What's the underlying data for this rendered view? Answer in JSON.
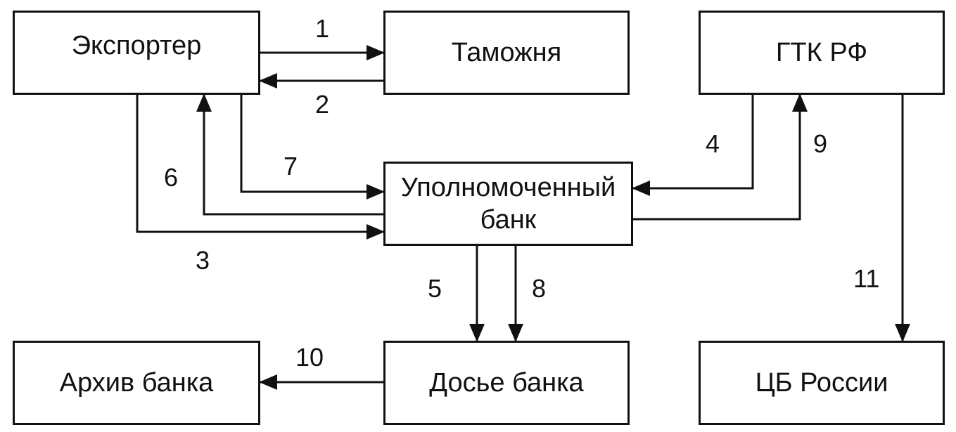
{
  "nodes": {
    "exporter": "Экспортер",
    "customs": "Таможня",
    "gtk": "ГТК РФ",
    "bank_line1": "Уполномоченный",
    "bank_line2": "банк",
    "archive": "Архив банка",
    "dossier": "Досье банка",
    "cbr": "ЦБ России"
  },
  "edges": [
    {
      "id": "e1",
      "label": "1"
    },
    {
      "id": "e2",
      "label": "2"
    },
    {
      "id": "e3",
      "label": "3"
    },
    {
      "id": "e4",
      "label": "4"
    },
    {
      "id": "e5",
      "label": "5"
    },
    {
      "id": "e6",
      "label": "6"
    },
    {
      "id": "e7",
      "label": "7"
    },
    {
      "id": "e8",
      "label": "8"
    },
    {
      "id": "e9",
      "label": "9"
    },
    {
      "id": "e10",
      "label": "10"
    },
    {
      "id": "e11",
      "label": "11"
    }
  ]
}
